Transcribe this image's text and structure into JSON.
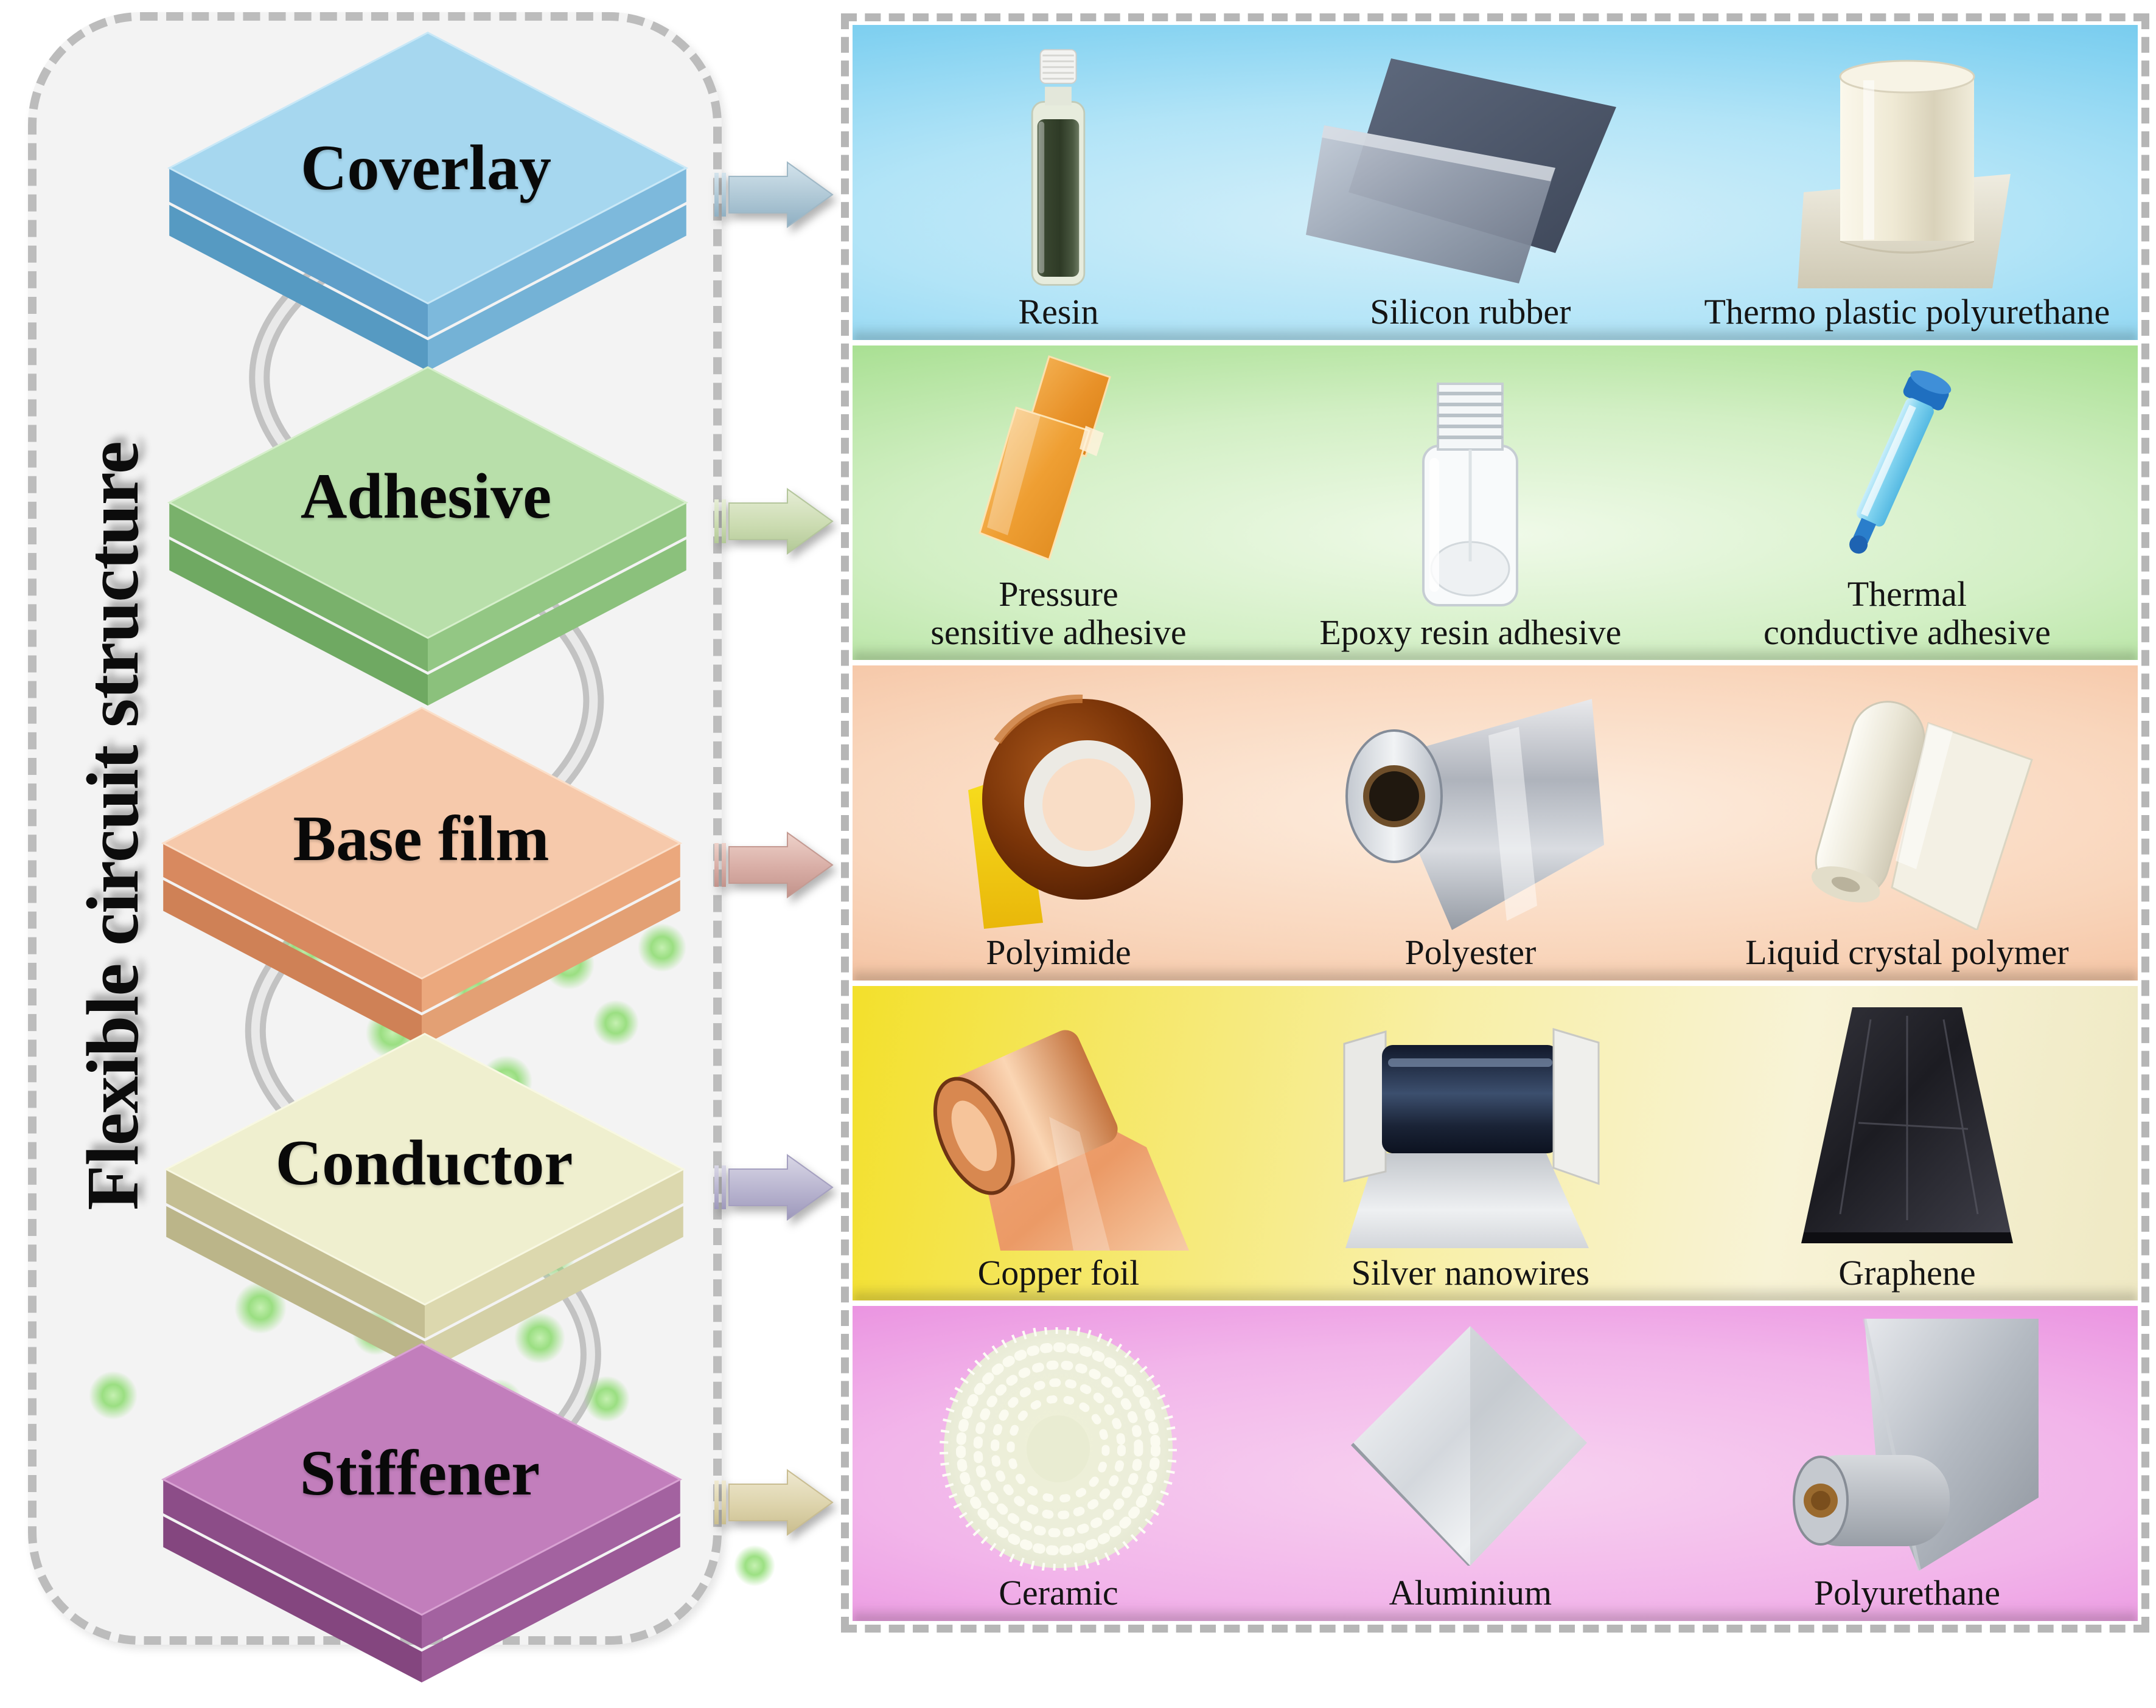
{
  "title": {
    "text": "Flexible circuit structure"
  },
  "layers": [
    {
      "label": "Coverlay",
      "slab_color": "#a6d7ef"
    },
    {
      "label": "Adhesive",
      "slab_color": "#b8dfaa"
    },
    {
      "label": "Base film",
      "slab_color": "#f6c9ab"
    },
    {
      "label": "Conductor",
      "slab_color": "#efefcf"
    },
    {
      "label": "Stiffener",
      "slab_color": "#c27ebc"
    }
  ],
  "arrows": [
    {
      "for_layer": "Coverlay",
      "color": "#9db9c9"
    },
    {
      "for_layer": "Adhesive",
      "color": "#b9cda1"
    },
    {
      "for_layer": "Base film",
      "color": "#cfa099"
    },
    {
      "for_layer": "Conductor",
      "color": "#a8a3c2"
    },
    {
      "for_layer": "Stiffener",
      "color": "#d4c99e"
    }
  ],
  "bands": [
    {
      "name": "coverlay-materials",
      "bg_color": "#7fd0f0",
      "materials": [
        {
          "name": "resin",
          "label": "Resin"
        },
        {
          "name": "silicon-rubber",
          "label": "Silicon rubber"
        },
        {
          "name": "thermoplastic-polyurethane",
          "label": "Thermo plastic polyurethane"
        }
      ]
    },
    {
      "name": "adhesive-materials",
      "bg_color": "#a4de8d",
      "materials": [
        {
          "name": "pressure-sensitive-adhesive",
          "line1": "Pressure",
          "line2": "sensitive adhesive"
        },
        {
          "name": "epoxy-resin-adhesive",
          "label": "Epoxy resin adhesive"
        },
        {
          "name": "thermal-conductive-adhesive",
          "line1": "Thermal",
          "line2": "conductive adhesive"
        }
      ]
    },
    {
      "name": "base-film-materials",
      "bg_color": "#f3bb97",
      "materials": [
        {
          "name": "polyimide",
          "label": "Polyimide"
        },
        {
          "name": "polyester",
          "label": "Polyester"
        },
        {
          "name": "liquid-crystal-polymer",
          "label": "Liquid crystal polymer"
        }
      ]
    },
    {
      "name": "conductor-materials",
      "bg_color": "#f5e765",
      "materials": [
        {
          "name": "copper-foil",
          "label": "Copper foil"
        },
        {
          "name": "silver-nanowires",
          "label": "Silver nanowires"
        },
        {
          "name": "graphene",
          "label": "Graphene"
        }
      ]
    },
    {
      "name": "stiffener-materials",
      "bg_color": "#f2b5ea",
      "materials": [
        {
          "name": "ceramic",
          "label": "Ceramic"
        },
        {
          "name": "aluminium",
          "label": "Aluminium"
        },
        {
          "name": "polyurethane",
          "label": "Polyurethane"
        }
      ]
    }
  ]
}
